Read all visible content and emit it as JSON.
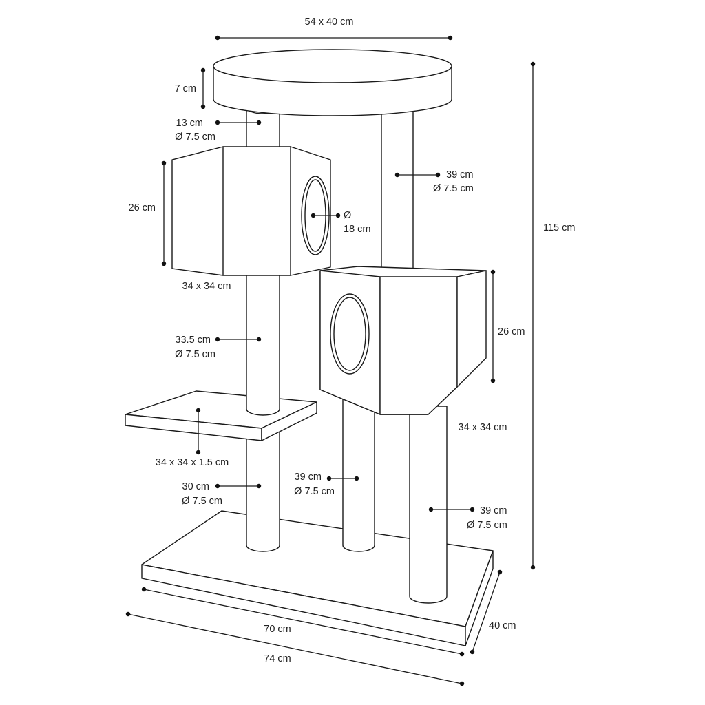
{
  "dimensions": {
    "top_platform_size": "54 x 40 cm",
    "top_platform_height": "7 cm",
    "post_top_left_length": "13 cm",
    "post_top_left_diameter": "Ø 7.5 cm",
    "post_top_right_length": "39 cm",
    "post_top_right_diameter": "Ø 7.5 cm",
    "left_house_height": "26 cm",
    "left_house_opening_symbol": "Ø",
    "left_house_opening": "18 cm",
    "left_house_size": "34 x 34 cm",
    "total_height": "115 cm",
    "right_house_height": "26 cm",
    "right_house_size": "34 x 34 cm",
    "post_middle_left_length": "33.5 cm",
    "post_middle_left_diameter": "Ø 7.5 cm",
    "shelf_size": "34 x 34 x 1.5 cm",
    "post_lower_left_length": "30 cm",
    "post_lower_left_diameter": "Ø 7.5 cm",
    "post_lower_middle_length": "39 cm",
    "post_lower_middle_diameter": "Ø 7.5 cm",
    "post_lower_right_length": "39 cm",
    "post_lower_right_diameter": "Ø 7.5 cm",
    "base_inner_length": "70 cm",
    "base_length": "74 cm",
    "base_depth": "40 cm"
  }
}
